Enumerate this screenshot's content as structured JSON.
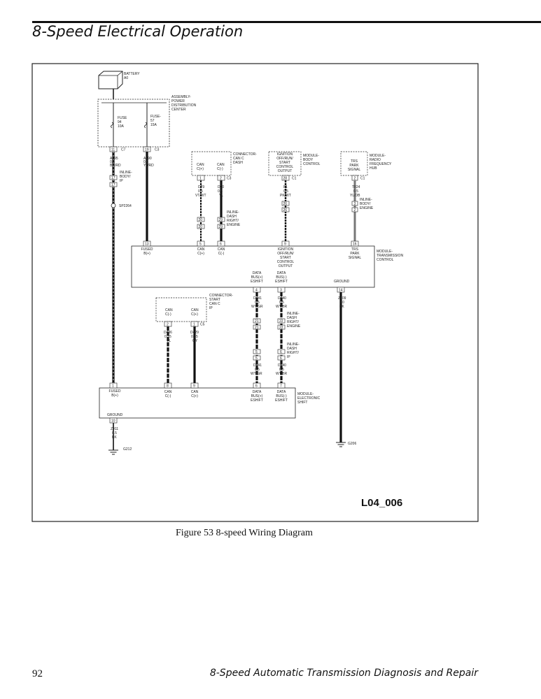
{
  "header": {
    "title": "8-Speed Electrical Operation"
  },
  "figure": {
    "caption": "Figure 53  8-speed Wiring Diagram",
    "code": "L04_006"
  },
  "footer": {
    "page_number": "92",
    "book_title": "8-Speed Automatic Transmission Diagnosis and Repair"
  },
  "diagram": {
    "battery": [
      "BATTERY",
      "A0"
    ],
    "pdc": [
      "ASSEMBLY-",
      "POWER",
      "DISTRIBUTION",
      "CENTER"
    ],
    "fuse94": [
      "FUSE",
      "94",
      "10A"
    ],
    "fuse57": [
      "FUSE-",
      "57",
      "15A"
    ],
    "pdc_pins": [
      "11",
      "C7",
      "19",
      "C3"
    ],
    "wire_a195": [
      "A195",
      "0.5",
      "BR/RD"
    ],
    "wire_a190": [
      "A190",
      "0.8",
      "YL/RD"
    ],
    "inline_body_ip": [
      "INLINE-",
      "BODY/",
      "IP"
    ],
    "inline_body_pins": [
      "17",
      "17"
    ],
    "splice": "SP2264",
    "connector_can_c_dash": [
      "CONNECTOR-",
      "CAN C",
      "DASH"
    ],
    "can_dash_left": [
      "CAN",
      "C(+)"
    ],
    "can_dash_right": [
      "CAN",
      "C(-)"
    ],
    "can_dash_pins": [
      "1",
      "2",
      "C3"
    ],
    "wire_d29": [
      "D29",
      "0.5",
      "VT/WT"
    ],
    "wire_d30": [
      "D30",
      "0.5",
      "YL"
    ],
    "inline_dash_right_engine": [
      "INLINE-",
      "DASH",
      "RIGHT/",
      "ENGINE"
    ],
    "inline_dre_pins": [
      "20",
      "20",
      "29",
      "29"
    ],
    "bcm": [
      "MODULE-",
      "BODY",
      "CONTROL"
    ],
    "bcm_inner": [
      "IGNITION",
      "OFF/RUN/",
      "START",
      "CONTROL",
      "OUTPUT"
    ],
    "bcm_pins": [
      "28",
      "C1"
    ],
    "wire_f1": [
      "F1",
      "0.5",
      "PK/WT"
    ],
    "bcm_inline_pins": [
      "26",
      "26"
    ],
    "rfh": [
      "MODULE-",
      "RADIO",
      "FREQUENCY",
      "HUB"
    ],
    "rfh_inner": [
      "TRS",
      "PARK",
      "SIGNAL"
    ],
    "rfh_pins": [
      "2",
      "C1"
    ],
    "wire_t824": [
      "T824",
      "0.5",
      "YL/DB"
    ],
    "inline_body_engine": [
      "INLINE-",
      "BODY/",
      "ENGINE"
    ],
    "rfh_inline_pins": [
      "3",
      "2"
    ],
    "tcm": [
      "MODULE-",
      "TRANSMISSION",
      "CONTROL"
    ],
    "tcm_fused": [
      "FUSED",
      "B(+)"
    ],
    "tcm_can_plus": [
      "CAN",
      "C(+)"
    ],
    "tcm_can_minus": [
      "CAN",
      "C(-)"
    ],
    "tcm_ign": [
      "IGNITION",
      "OFF/RUN/",
      "START",
      "CONTROL",
      "OUTPUT"
    ],
    "tcm_trs": [
      "TRS",
      "PARK",
      "SIGNAL"
    ],
    "tcm_data_plus": [
      "DATA",
      "BUS(+)",
      "ESHIFT"
    ],
    "tcm_data_minus": [
      "DATA",
      "BUS(-)",
      "ESHIFT"
    ],
    "tcm_ground": "GROUND",
    "tcm_pins": [
      "13",
      "5",
      "6",
      "9",
      "16",
      "4",
      "3",
      "14"
    ],
    "connector_start_can_c": [
      "CONNECTOR-",
      "START",
      "CAN C",
      "IP"
    ],
    "start_can_left": [
      "CAN",
      "C(-)"
    ],
    "start_can_right": [
      "CAN",
      "C(+)"
    ],
    "start_can_pins": [
      "2",
      "1",
      "C5"
    ],
    "wire_d436": [
      "D436",
      "0.35",
      "YL"
    ],
    "wire_d429": [
      "D429",
      "0.35",
      "GY"
    ],
    "wire_d441": [
      "D441",
      "0.5",
      "WT/GR"
    ],
    "wire_d440": [
      "D440",
      "0.5",
      "WT/BR"
    ],
    "inline_dre2_pins": [
      "21",
      "21",
      "22",
      "22"
    ],
    "inline_dash_right_ip": [
      "INLINE-",
      "DASH",
      "RIGHT/",
      "IP"
    ],
    "inline_dri_pins": [
      "5",
      "5",
      "6",
      "6"
    ],
    "wire_d441b": [
      "D441",
      "0.5",
      "WT/GR"
    ],
    "wire_d440b": [
      "D440",
      "0.5",
      "WT/BR"
    ],
    "wire_z509": [
      "Z509",
      "1.0",
      "BK"
    ],
    "esm": [
      "MODULE-",
      "ELECTRONIC",
      "SHIFT"
    ],
    "esm_fused": [
      "FUSED",
      "B(+)"
    ],
    "esm_can_minus": [
      "CAN",
      "C(-)"
    ],
    "esm_can_plus": [
      "CAN",
      "C(+)"
    ],
    "esm_data_plus": [
      "DATA",
      "BUS(+)",
      "ESHIFT"
    ],
    "esm_data_minus": [
      "DATA",
      "BUS(-)",
      "ESHIFT"
    ],
    "esm_ground": "GROUND",
    "esm_pins": [
      "1",
      "8",
      "9",
      "6",
      "7"
    ],
    "ground_pin": "10",
    "wire_z911": [
      "Z911",
      "0.5",
      "BK"
    ],
    "ground_g212": "G212",
    "ground_g206": "G206"
  }
}
